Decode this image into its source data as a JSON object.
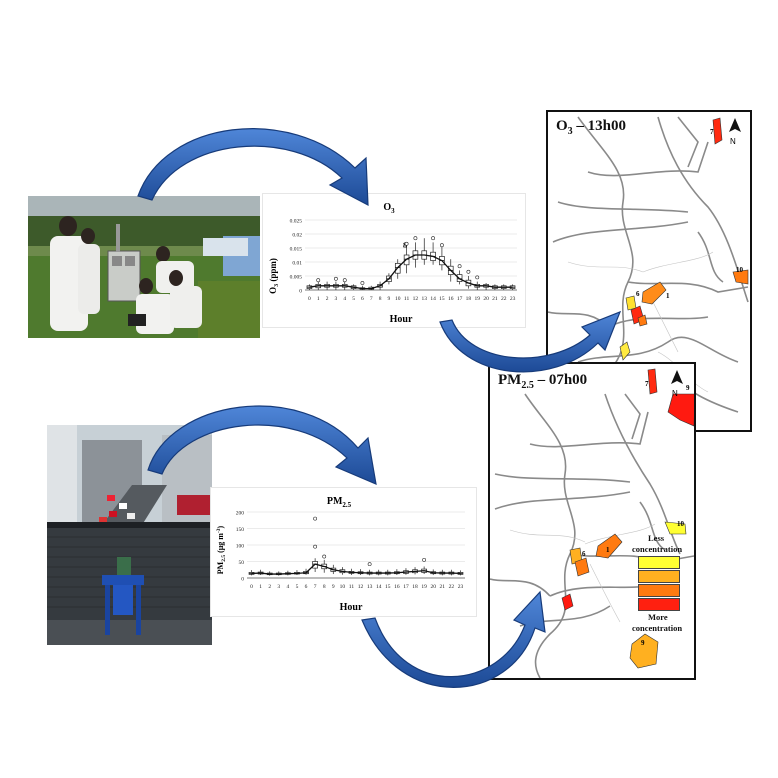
{
  "o3_chart": {
    "title": "O",
    "title_sub": "3",
    "ylabel": "O",
    "ylabel_sub": "3",
    "ylabel_unit": " (ppm)",
    "xlabel": "Hour",
    "marker_label": "8",
    "chart_data": {
      "type": "box",
      "title": "O3",
      "xlabel": "Hour",
      "ylabel": "O3 (ppm)",
      "ylim": [
        0,
        0.025
      ],
      "y_ticks": [
        "0",
        "0.005",
        "0.01",
        "0.015",
        "0.02",
        "0.025"
      ],
      "categories": [
        "0",
        "1",
        "2",
        "3",
        "4",
        "5",
        "6",
        "7",
        "8",
        "9",
        "10",
        "11",
        "12",
        "13",
        "14",
        "15",
        "16",
        "17",
        "18",
        "19",
        "20",
        "21",
        "22",
        "23"
      ],
      "median": [
        0.001,
        0.0015,
        0.0015,
        0.0015,
        0.0015,
        0.001,
        0.0005,
        0.0005,
        0.0015,
        0.004,
        0.008,
        0.011,
        0.0125,
        0.0125,
        0.012,
        0.0105,
        0.007,
        0.004,
        0.0025,
        0.0015,
        0.0015,
        0.001,
        0.001,
        0.001
      ],
      "q1": [
        0.0005,
        0.0008,
        0.001,
        0.001,
        0.001,
        0.0005,
        0.0003,
        0.0003,
        0.001,
        0.003,
        0.006,
        0.009,
        0.011,
        0.011,
        0.0105,
        0.009,
        0.0055,
        0.003,
        0.0015,
        0.001,
        0.001,
        0.0005,
        0.0005,
        0.0005
      ],
      "q3": [
        0.0015,
        0.002,
        0.002,
        0.002,
        0.002,
        0.0015,
        0.0008,
        0.001,
        0.002,
        0.005,
        0.0095,
        0.0125,
        0.014,
        0.014,
        0.0135,
        0.012,
        0.0085,
        0.0055,
        0.0035,
        0.002,
        0.002,
        0.0015,
        0.0015,
        0.0015
      ],
      "min": [
        0,
        0,
        0,
        0,
        0,
        0,
        0,
        0,
        0,
        0.002,
        0.004,
        0.006,
        0.008,
        0.009,
        0.009,
        0.007,
        0.003,
        0.002,
        0.0005,
        0,
        0,
        0,
        0,
        0
      ],
      "max": [
        0.002,
        0.003,
        0.003,
        0.003,
        0.003,
        0.002,
        0.0015,
        0.0015,
        0.003,
        0.006,
        0.011,
        0.016,
        0.017,
        0.0185,
        0.017,
        0.016,
        0.011,
        0.007,
        0.005,
        0.003,
        0.0025,
        0.002,
        0.002,
        0.002
      ],
      "outliers": [
        [
          1,
          0.0035
        ],
        [
          3,
          0.004
        ],
        [
          4,
          0.0035
        ],
        [
          6,
          0.0025
        ],
        [
          11,
          0.0165
        ],
        [
          12,
          0.0185
        ],
        [
          14,
          0.0185
        ],
        [
          15,
          0.016
        ],
        [
          17,
          0.0085
        ],
        [
          18,
          0.0065
        ],
        [
          19,
          0.0045
        ]
      ]
    }
  },
  "pm_chart": {
    "title": "PM",
    "title_sub": "2.5",
    "ylabel": "PM",
    "ylabel_sub": "2.5",
    "ylabel_unit": " (μg m",
    "ylabel_sup": "-3",
    "ylabel_close": ")",
    "xlabel": "Hour",
    "chart_data": {
      "type": "box",
      "title": "PM2.5",
      "xlabel": "Hour",
      "ylabel": "PM2.5 (μg m-3)",
      "ylim": [
        0,
        200
      ],
      "y_ticks": [
        "0",
        "50",
        "100",
        "150",
        "200"
      ],
      "categories": [
        "0",
        "1",
        "2",
        "3",
        "4",
        "5",
        "6",
        "7",
        "8",
        "9",
        "10",
        "11",
        "12",
        "13",
        "14",
        "15",
        "16",
        "17",
        "18",
        "19",
        "20",
        "21",
        "22",
        "23"
      ],
      "median": [
        14,
        15,
        12,
        12,
        13,
        14,
        16,
        42,
        35,
        25,
        20,
        17,
        16,
        15,
        15,
        15,
        16,
        18,
        20,
        22,
        16,
        15,
        15,
        14
      ],
      "q1": [
        11,
        12,
        10,
        10,
        11,
        12,
        13,
        30,
        28,
        20,
        16,
        14,
        13,
        12,
        12,
        12,
        13,
        14,
        16,
        17,
        13,
        12,
        12,
        11
      ],
      "q3": [
        17,
        18,
        15,
        15,
        16,
        17,
        20,
        50,
        42,
        30,
        25,
        20,
        19,
        18,
        18,
        18,
        19,
        22,
        25,
        27,
        19,
        18,
        18,
        17
      ],
      "min": [
        8,
        9,
        7,
        7,
        8,
        9,
        10,
        18,
        16,
        12,
        10,
        9,
        9,
        8,
        8,
        8,
        9,
        10,
        11,
        12,
        9,
        8,
        8,
        8
      ],
      "max": [
        24,
        25,
        20,
        20,
        22,
        24,
        28,
        60,
        55,
        40,
        33,
        28,
        27,
        25,
        25,
        25,
        27,
        30,
        33,
        35,
        26,
        25,
        25,
        23
      ],
      "outliers": [
        [
          7,
          180
        ],
        [
          7,
          95
        ],
        [
          8,
          65
        ],
        [
          13,
          42
        ],
        [
          19,
          55
        ]
      ]
    }
  },
  "map_o3": {
    "title": "O",
    "title_sub": "3",
    "title_rest": " – 13h00",
    "north_label": "N",
    "site_labels": [
      "1",
      "6",
      "7",
      "10"
    ]
  },
  "map_pm": {
    "title": "PM",
    "title_sub": "2.5",
    "title_rest": " – 07h00",
    "north_label": "N",
    "site_labels": [
      "1",
      "6",
      "7",
      "9",
      "9",
      "10"
    ],
    "legend": {
      "less": "Less",
      "less2": "concentration",
      "more": "More",
      "more2": "concentration",
      "colors": [
        "#ffff33",
        "#ffb020",
        "#ff7a10",
        "#ff2010"
      ]
    }
  },
  "colors": {
    "arrow": "#2f63b8",
    "arrow_dark": "#1b3f82",
    "map_border": "#8a8a8a"
  }
}
